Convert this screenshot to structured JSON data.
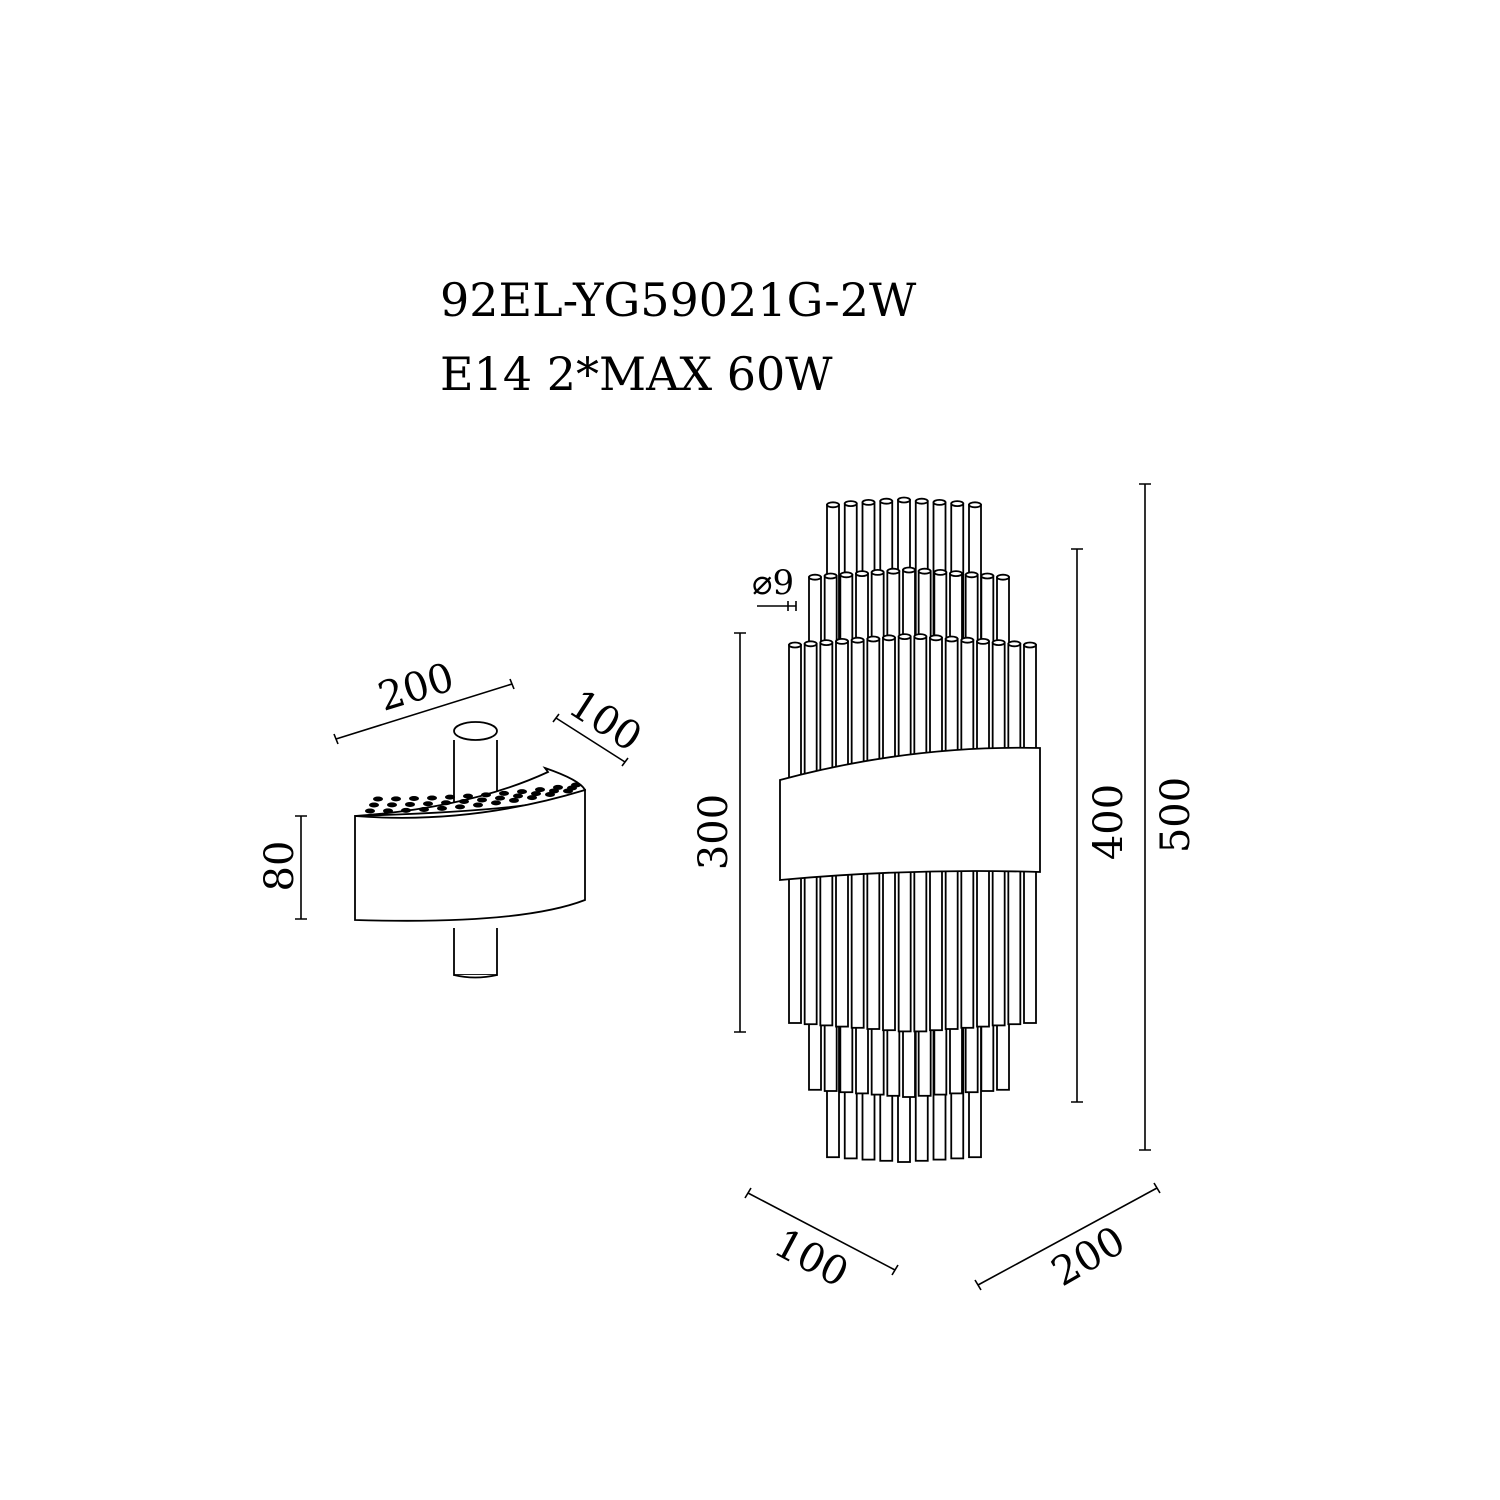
{
  "header": {
    "model": "92EL-YG59021G-2W",
    "spec": "E14  2*MAX 60W"
  },
  "canopy_view": {
    "width_label": "200",
    "depth_label": "100",
    "height_label": "80"
  },
  "lamp_view": {
    "rod_diameter_label": "⌀9",
    "band_height_label": "300",
    "middle_height_label": "400",
    "total_height_label": "500",
    "depth_label": "100",
    "width_label": "200"
  },
  "colors": {
    "line": "#000000",
    "background": "#ffffff"
  }
}
